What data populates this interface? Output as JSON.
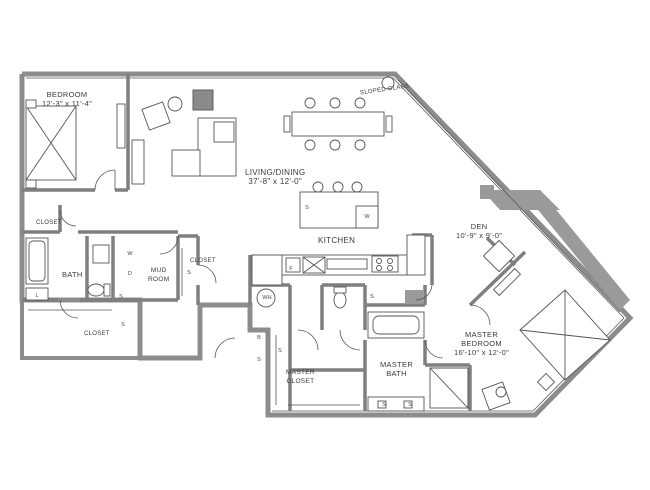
{
  "rooms": {
    "bedroom": {
      "name": "BEDROOM",
      "size": "12'-3\" x 11'-4\""
    },
    "living": {
      "name": "LIVING/DINING",
      "size": "37'-8\" x 12'-0\""
    },
    "kitchen": {
      "name": "KITCHEN"
    },
    "den": {
      "name": "DEN",
      "size": "10'-9\" x 9'-0\""
    },
    "master_bedroom": {
      "name": "MASTER",
      "name2": "BEDROOM",
      "size": "16'-10\" x 12'-0\""
    },
    "master_bath": {
      "name": "MASTER",
      "name2": "BATH"
    },
    "master_closet": {
      "name": "MASTER",
      "name2": "CLOSET"
    },
    "bath": {
      "name": "BATH"
    },
    "mud_room": {
      "name": "MUD",
      "name2": "ROOM"
    },
    "closet_bedroom": {
      "name": "CLOSET"
    },
    "closet_hall": {
      "name": "CLOSET"
    },
    "closet_bottom": {
      "name": "CLOSET"
    }
  },
  "notes": {
    "sloped_glass": "SLOPED GLASS"
  },
  "marks": {
    "s": "S",
    "w": "W",
    "d": "D",
    "l": "L",
    "b": "B",
    "f": "F",
    "wh": "WH"
  },
  "colors": {
    "wall": "#8c8c8c",
    "line": "#555555",
    "fill": "#9a9a9a"
  }
}
